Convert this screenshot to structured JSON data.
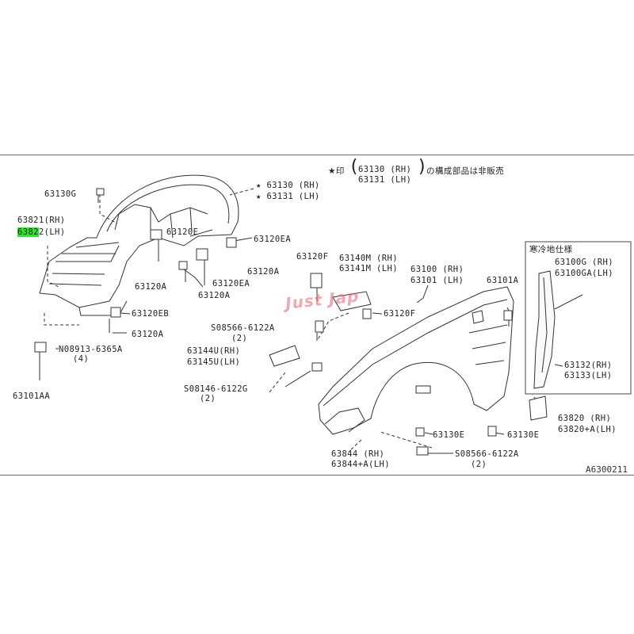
{
  "note": {
    "star": "★",
    "mark": "印",
    "line1": "63130 (RH)",
    "line2": "63131 (LH)",
    "suffix": "の構成部品は非販売"
  },
  "inset_title": "寒冷地仕様",
  "labels": {
    "p63130G": "63130G",
    "p63821": "63821(RH)",
    "p63822_hl": "6382",
    "p63822_rest": "2(LH)",
    "p63130_rh": "★ 63130 (RH)",
    "p63131_lh": "★ 63131 (LH)",
    "p63120E": "63120E",
    "p63120EA_1": "63120EA",
    "p63120A_1": "63120A",
    "p63120A_2": "63120A",
    "p63120EA_2": "63120EA",
    "p63120A_3": "63120A",
    "p63120EB": "63120EB",
    "p63120A_4": "63120A",
    "p08913": "N08913-6365A",
    "p08913_qty": "(4)",
    "p63101AA": "63101AA",
    "p63120F_1": "63120F",
    "p63140M": "63140M (RH)",
    "p63141M": "63141M (LH)",
    "p63100": "63100 (RH)",
    "p63101": "63101 (LH)",
    "p63101A": "63101A",
    "p63120F_2": "63120F",
    "p08566_1": "S08566-6122A",
    "p08566_1_qty": "(2)",
    "p63144U": "63144U(RH)",
    "p63145U": "63145U(LH)",
    "p08146": "S08146-6122G",
    "p08146_qty": "(2)",
    "p63100G": "63100G (RH)",
    "p63100GA": "63100GA(LH)",
    "p63132": "63132(RH)",
    "p63133": "63133(LH)",
    "p63820": "63820   (RH)",
    "p63820A": "63820+A(LH)",
    "p63130E_1": "63130E",
    "p63130E_2": "63130E",
    "p63844": "63844   (RH)",
    "p63844A": "63844+A(LH)",
    "p08566_2": "S08566-6122A",
    "p08566_2_qty": "(2)"
  },
  "watermark": "Just Jap",
  "diagram_id": "A6300211"
}
